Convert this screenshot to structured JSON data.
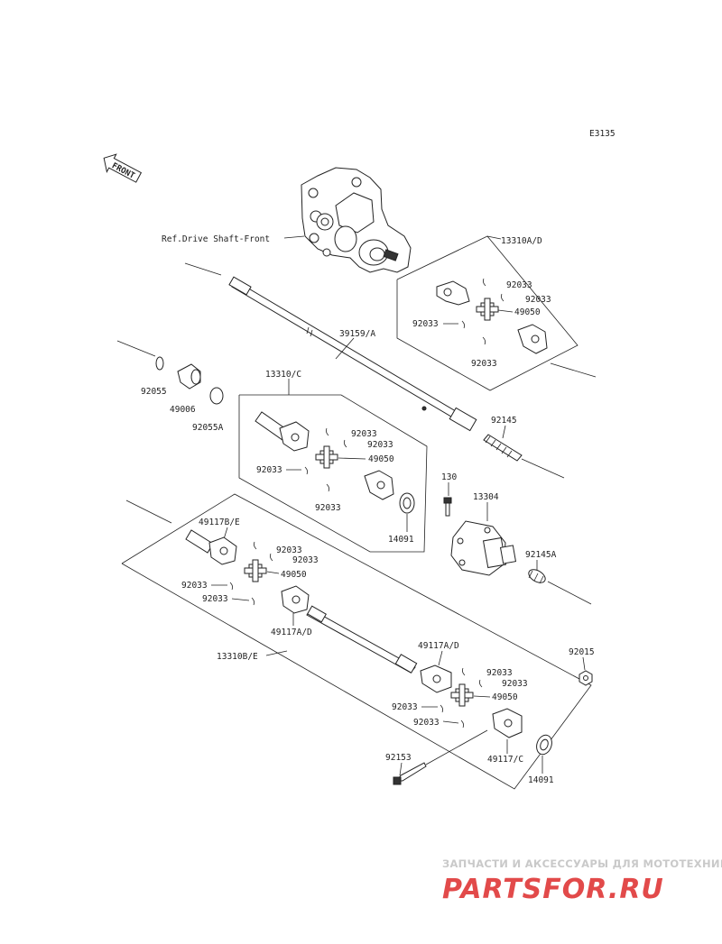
{
  "diagram_code": "E3135",
  "front_label": "FRONT",
  "ref_label": "Ref.Drive Shaft-Front",
  "labels": {
    "l13310AD": "13310A/D",
    "l92033_a1": "92033",
    "l92033_a2": "92033",
    "l92033_a3": "92033",
    "l49050_a": "49050",
    "l92033_a4": "92033",
    "l39159A": "39159/A",
    "l92055": "92055",
    "l49006": "49006",
    "l92055A": "92055A",
    "l13310C": "13310/C",
    "l92033_c1": "92033",
    "l92033_c2": "92033",
    "l49050_c": "49050",
    "l92033_c3": "92033",
    "l92033_c4": "92033",
    "l14091_a": "14091",
    "l92145": "92145",
    "l130": "130",
    "l13304": "13304",
    "l92145A": "92145A",
    "l49117BE": "49117B/E",
    "l92033_b1": "92033",
    "l92033_b2": "92033",
    "l49050_b": "49050",
    "l92033_b3": "92033",
    "l92033_b4": "92033",
    "l49117AD_1": "49117A/D",
    "l13310BE": "13310B/E",
    "l49117AD_2": "49117A/D",
    "l92033_d1": "92033",
    "l92033_d2": "92033",
    "l49050_d": "49050",
    "l92033_d3": "92033",
    "l92033_d4": "92033",
    "l92015": "92015",
    "l92153": "92153",
    "l49117C": "49117/C",
    "l14091_b": "14091"
  },
  "watermark": {
    "caption": "ЗАПЧАСТИ И АКСЕССУАРЫ ДЛЯ МОТОТЕХНИКИ",
    "logo": "PARTSFOR.RU",
    "colors": {
      "logo_red": "#e24a4a",
      "logo_gray": "#bdbdbd"
    }
  }
}
